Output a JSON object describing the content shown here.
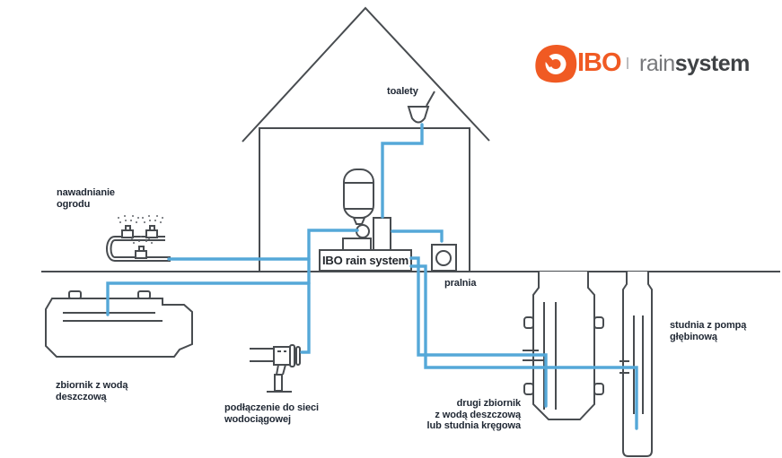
{
  "logo": {
    "brand": "IBO",
    "divider": "|",
    "product_light": "rain",
    "product_bold": "system"
  },
  "box": {
    "label": "IBO rain system"
  },
  "labels": {
    "toilets": "toalety",
    "garden_irrigation": [
      "nawadnianie",
      "ogrodu"
    ],
    "laundry": "pralnia",
    "rainwater_tank": [
      "zbiornik z wodą",
      "deszczową"
    ],
    "water_mains_connection": [
      "podłączenie do sieci",
      "wodociągowej"
    ],
    "second_tank": [
      "drugi zbiornik",
      "z wodą deszczową",
      "lub studnia kręgowa"
    ],
    "deep_well": [
      "studnia z pompą",
      "głębinową"
    ]
  },
  "colors": {
    "pipe_blue": "#55a8d8",
    "outline_gray": "#484c50",
    "label_text": "#1f2733",
    "brand_orange": "#f05a23",
    "logo_rain_gray": "#77787b",
    "logo_system_dark": "#3f4245"
  }
}
